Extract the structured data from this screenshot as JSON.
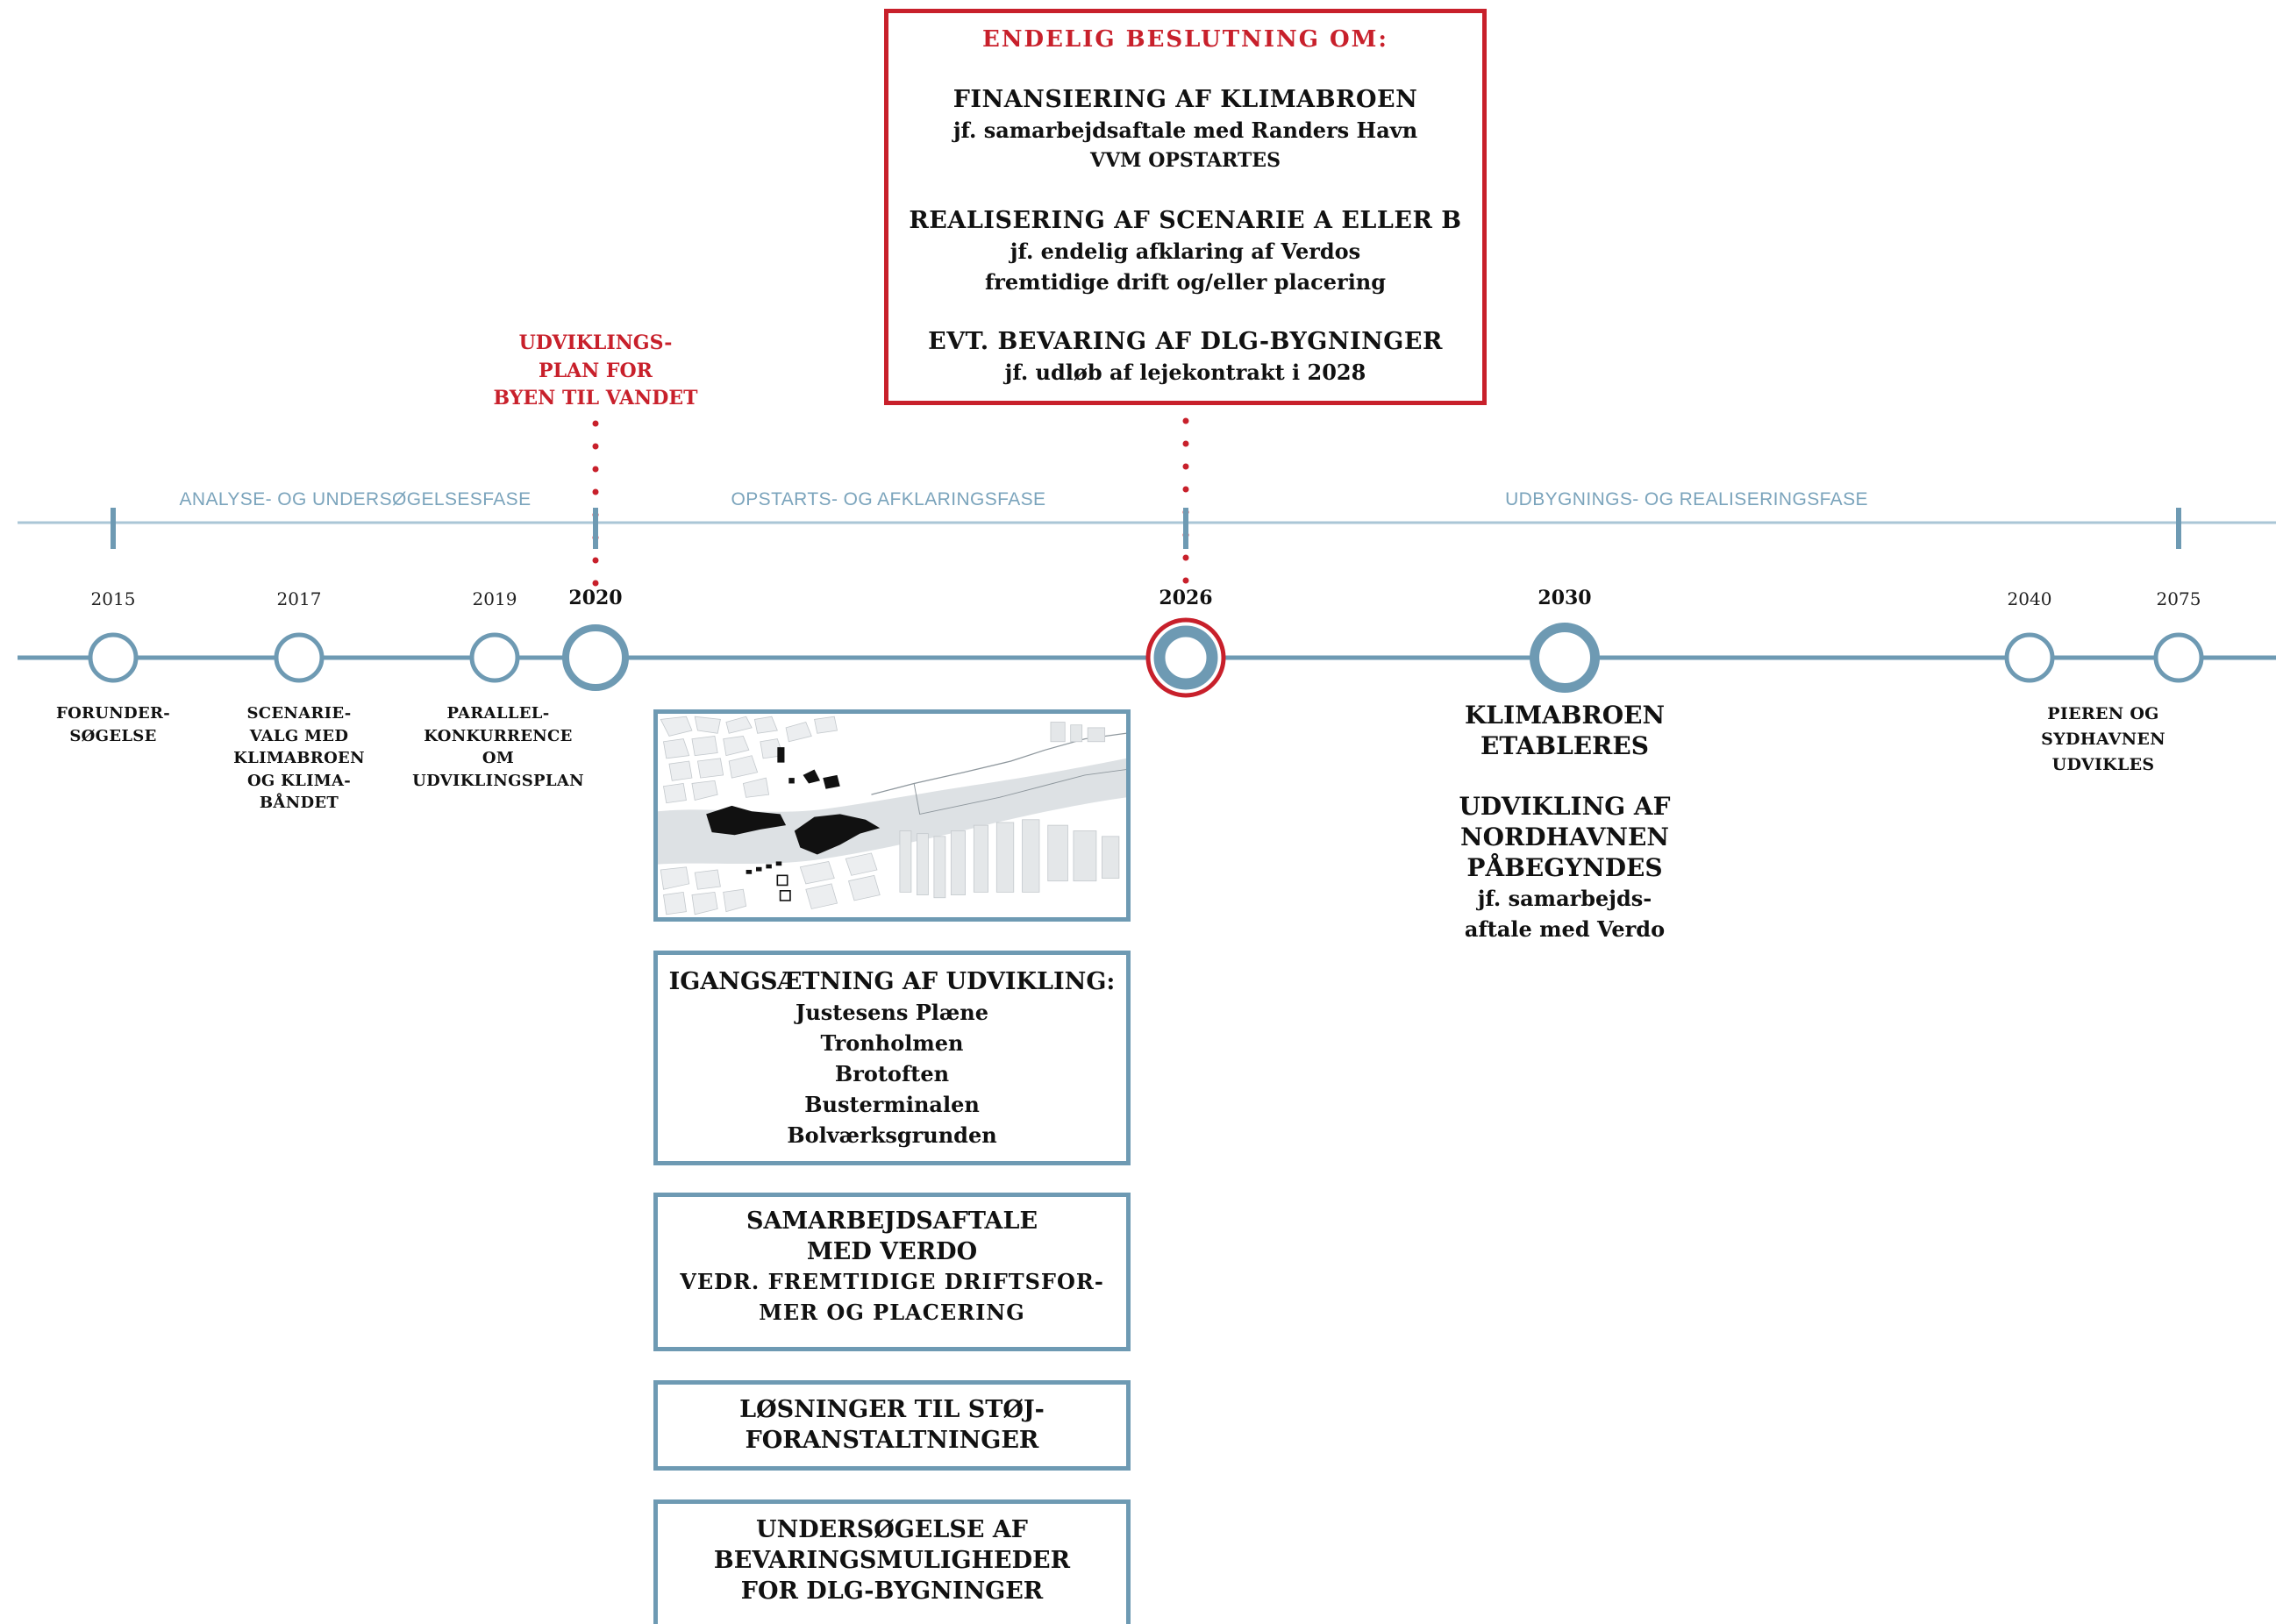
{
  "colors": {
    "accent_red": "#c8202b",
    "timeline_blue": "#6e9ab3",
    "phase_line": "#aac6d6",
    "phase_text": "#7ba4bc"
  },
  "decision": {
    "header": "ENDELIG BESLUTNING OM:",
    "items": [
      {
        "title": "FINANSIERING AF KLIMABROEN",
        "lines": [
          "jf. samarbejdsaftale med Randers Havn",
          "VVM OPSTARTES"
        ]
      },
      {
        "title": "REALISERING AF SCENARIE A ELLER B",
        "lines": [
          "jf. endelig afklaring af Verdos",
          "fremtidige drift og/eller placering"
        ]
      },
      {
        "title": "EVT. BEVARING AF DLG-BYGNINGER",
        "lines": [
          "jf. udløb af lejekontrakt i 2028"
        ]
      }
    ]
  },
  "plan_callout": [
    "UDVIKLINGS-",
    "PLAN FOR",
    "BYEN TIL VANDET"
  ],
  "phases": [
    "ANALYSE- OG UNDERSØGELSESFASE",
    "OPSTARTS- OG AFKLARINGSFASE",
    "UDBYGNINGS- OG REALISERINGSFASE"
  ],
  "years": [
    "2015",
    "2017",
    "2019",
    "2020",
    "2026",
    "2030",
    "2040",
    "2075"
  ],
  "milestone_labels": {
    "y2015": [
      "FORUNDER-",
      "SØGELSE"
    ],
    "y2017": [
      "SCENARIE-",
      "VALG MED",
      "KLIMABROEN",
      "OG KLIMA-",
      "BÅNDET"
    ],
    "y2019": [
      "PARALLEL-",
      "KONKURRENCE",
      "OM",
      "UDVIKLINGSPLAN"
    ],
    "y2030": {
      "headline": [
        "KLIMABROEN",
        "ETABLERES"
      ],
      "sub_headline": [
        "UDVIKLING AF",
        "NORDHAVNEN",
        "PÅBEGYNDES"
      ],
      "note": [
        "jf. samarbejds-",
        "aftale med Verdo"
      ]
    },
    "y2040_2075": [
      "PIEREN OG",
      "SYDHAVNEN",
      "UDVIKLES"
    ]
  },
  "tasks": [
    {
      "title": [
        "IGANGSÆTNING AF UDVIKLING:"
      ],
      "items": [
        "Justesens Plæne",
        "Tronholmen",
        "Brotoften",
        "Busterminalen",
        "Bolværksgrunden"
      ]
    },
    {
      "title": [
        "SAMARBEJDSAFTALE",
        "MED VERDO"
      ],
      "items": [
        "VEDR. FREMTIDIGE DRIFTSFOR-",
        "MER OG PLACERING"
      ]
    },
    {
      "title": [
        "LØSNINGER TIL STØJ-",
        "FORANSTALTNINGER"
      ]
    },
    {
      "title": [
        "UNDERSØGELSE AF",
        "BEVARINGSMULIGHEDER",
        "FOR DLG-BYGNINGER"
      ]
    }
  ]
}
